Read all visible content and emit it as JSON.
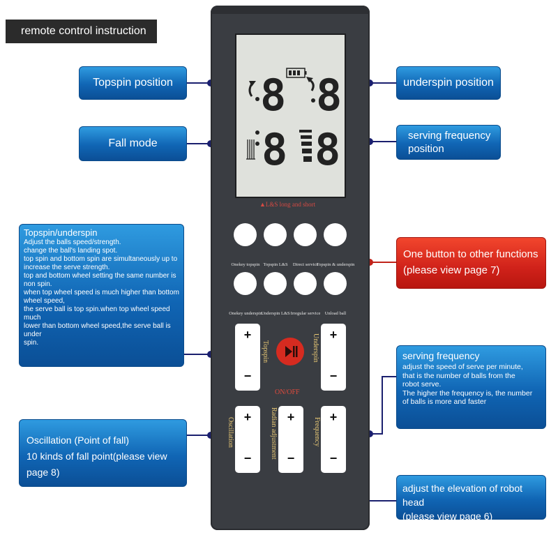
{
  "title": "remote control instruction",
  "lcd": {
    "digit_a": "8",
    "digit_b": "8",
    "digit_c": "8",
    "digit_d": "8",
    "caption": "▲L&S long and short"
  },
  "buttons": {
    "row1": [
      "Onekey topspin",
      "Topspin L&S",
      "Direct service",
      "Topspin & underspin"
    ],
    "row2": [
      "Onekey underspin",
      "Underspin L&S",
      "Irregular service",
      "Unload ball"
    ]
  },
  "controls": {
    "plus": "+",
    "minus": "−",
    "topspin": "Topspin",
    "underspin": "Underspin",
    "oscillation": "Oscillation",
    "radian": "Radian adjustment",
    "frequency": "Frequency",
    "on_off": "ON/OFF"
  },
  "callouts": {
    "topspin_position": "Topspin  position",
    "fall_mode": "Fall mode",
    "underspin_position": "underspin position",
    "serving_frequency_position": "serving frequency\nposition",
    "topspin_underspin_title": "Topspin/underspin",
    "topspin_underspin_text": "Adjust the balls speed/strength.\nchange the ball's landing spot.\ntop spin and bottom spin are simultaneously up to\nincrease the serve strength.\ntop and bottom wheel setting the same number is\nnon spin.\nwhen top wheel speed is much higher than bottom\nwheel speed,\nthe serve ball is top spin.when top wheel speed much\nlower than bottom wheel speed,the serve ball is under\nspin.",
    "one_button": "One button to other functions\n(please view page 7)",
    "serving_frequency_title": "serving frequency",
    "serving_frequency_text": "adjust the speed of serve per minute,\nthat is the number of balls from the\nrobot serve.\nThe higher the frequency is, the number\nof balls is more and faster",
    "oscillation": "Oscillation (Point of fall)\n10 kinds of fall point(please view\npage 8)",
    "elevation": "adjust the elevation of robot head\n(please view page 6)"
  },
  "colors": {
    "callout_blue": "#1065b4",
    "callout_red": "#d0221a",
    "remote_body": "#3a3d42",
    "lcd": "#dfe1dc",
    "connector": "#1a1f6e"
  }
}
